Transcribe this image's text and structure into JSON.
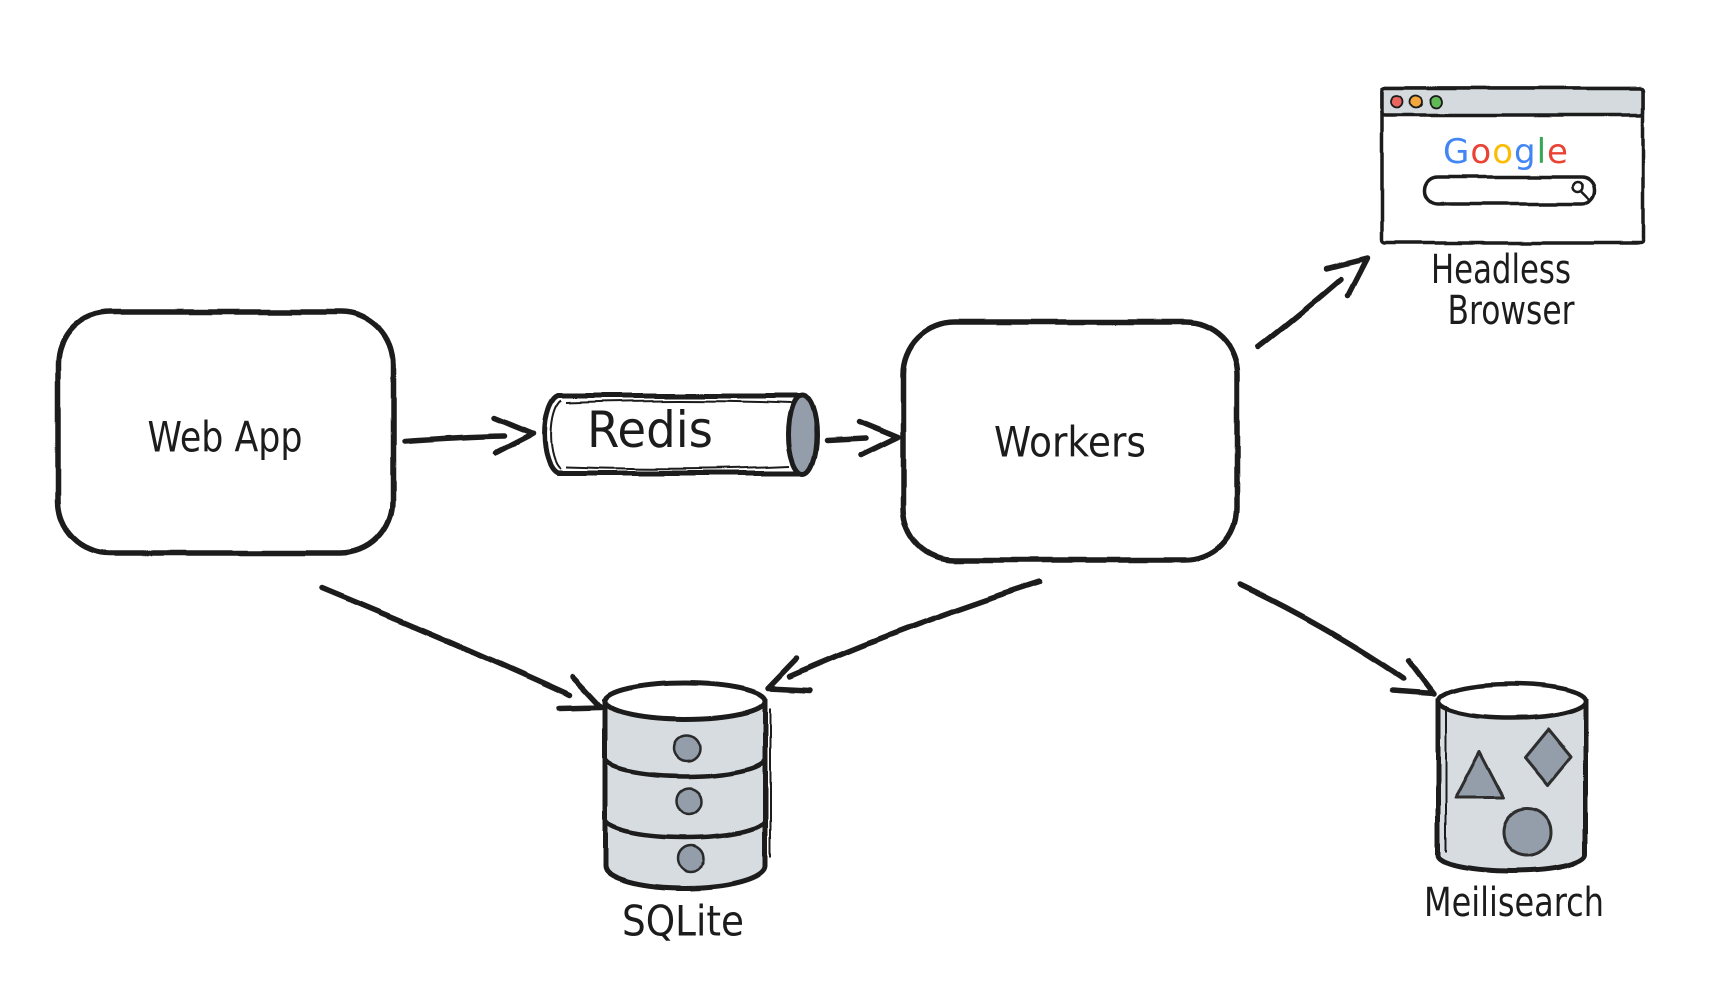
{
  "diagram": {
    "title": "",
    "nodes": {
      "web_app": {
        "label": "Web App",
        "shape": "rounded-rect"
      },
      "redis": {
        "label": "Redis",
        "shape": "horizontal-cylinder"
      },
      "workers": {
        "label": "Workers",
        "shape": "rounded-rect"
      },
      "headless_browser": {
        "label_line1": "Headless",
        "label_line2": "Browser",
        "shape": "browser-window",
        "google": {
          "letters": [
            {
              "char": "G",
              "color": "#4285F4"
            },
            {
              "char": "o",
              "color": "#EA4335"
            },
            {
              "char": "o",
              "color": "#FBBC05"
            },
            {
              "char": "g",
              "color": "#4285F4"
            },
            {
              "char": "l",
              "color": "#34A853"
            },
            {
              "char": "e",
              "color": "#EA4335"
            }
          ]
        }
      },
      "sqlite": {
        "label": "SQLite",
        "shape": "database-cylinder"
      },
      "meilisearch": {
        "label": "Meilisearch",
        "shape": "cup-with-shapes"
      }
    },
    "edges": [
      {
        "from": "web_app",
        "to": "redis"
      },
      {
        "from": "redis",
        "to": "workers"
      },
      {
        "from": "workers",
        "to": "headless_browser"
      },
      {
        "from": "web_app",
        "to": "sqlite"
      },
      {
        "from": "workers",
        "to": "sqlite"
      },
      {
        "from": "workers",
        "to": "meilisearch"
      }
    ],
    "colors": {
      "ink": "#1c1c1c",
      "node_fill": "#ffffff",
      "cylinder_fill": "#d7dce0",
      "shape_fill": "#949eaa",
      "titlebar_fill": "#d5dade",
      "dot_red": "#ea6560",
      "dot_yellow": "#f3a73c",
      "dot_green": "#5fba57"
    }
  }
}
